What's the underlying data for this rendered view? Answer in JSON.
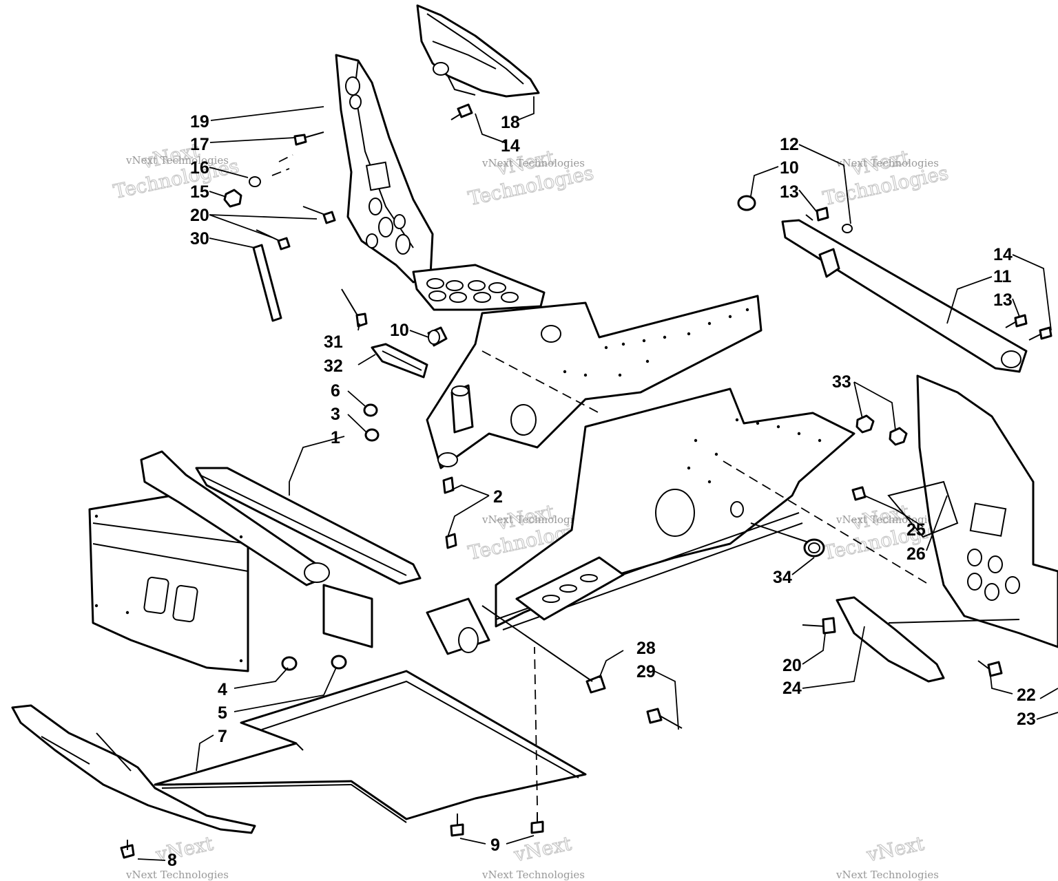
{
  "watermark": {
    "line1": "vNext",
    "line2": "Technologies",
    "small": "vNext Technologies"
  },
  "callouts": {
    "c1": "1",
    "c2": "2",
    "c3": "3",
    "c4": "4",
    "c5": "5",
    "c6": "6",
    "c7": "7",
    "c8": "8",
    "c9": "9",
    "c10": "10",
    "c11": "11",
    "c12": "12",
    "c13": "13",
    "c14": "14",
    "c15": "15",
    "c16": "16",
    "c17": "17",
    "c18": "18",
    "c19": "19",
    "c20": "20",
    "c22": "22",
    "c23": "23",
    "c24": "24",
    "c25": "25",
    "c26": "26",
    "c28": "28",
    "c29": "29",
    "c30": "30",
    "c31": "31",
    "c32": "32",
    "c33": "33",
    "c34": "34"
  }
}
